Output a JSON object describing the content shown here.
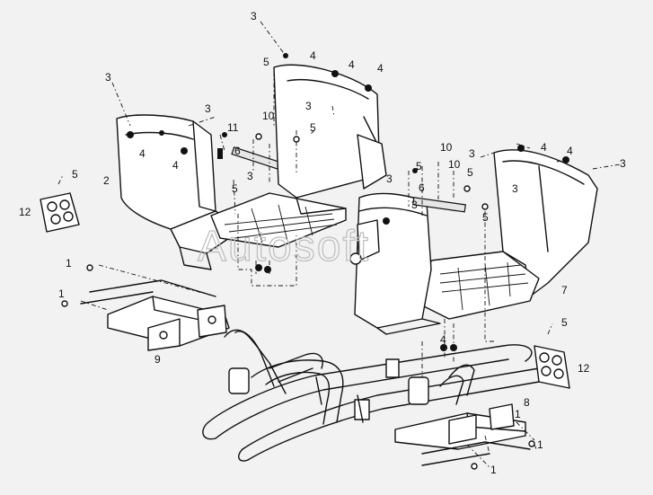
{
  "watermark": "Autosoft",
  "callouts": {
    "c1a": "1",
    "c1b": "1",
    "c1c": "1",
    "c1d": "1",
    "c1e": "1",
    "c2": "2",
    "c3a": "3",
    "c3b": "3",
    "c3c": "3",
    "c3d": "3",
    "c3e": "3",
    "c3f": "3",
    "c3g": "3",
    "c3h": "3",
    "c3i": "3",
    "c3j": "3",
    "c4a": "4",
    "c4b": "4",
    "c4c": "4",
    "c4d": "4",
    "c4e": "4",
    "c4f": "4",
    "c4g": "4",
    "c5a": "5",
    "c5b": "5",
    "c5c": "5",
    "c5d": "5",
    "c5e": "5",
    "c5f": "5",
    "c5g": "5",
    "c5h": "5",
    "c6a": "6",
    "c6b": "6",
    "c7": "7",
    "c8": "8",
    "c9": "9",
    "c10a": "10",
    "c10b": "10",
    "c10c": "10",
    "c11": "11",
    "c12a": "12",
    "c12b": "12"
  }
}
